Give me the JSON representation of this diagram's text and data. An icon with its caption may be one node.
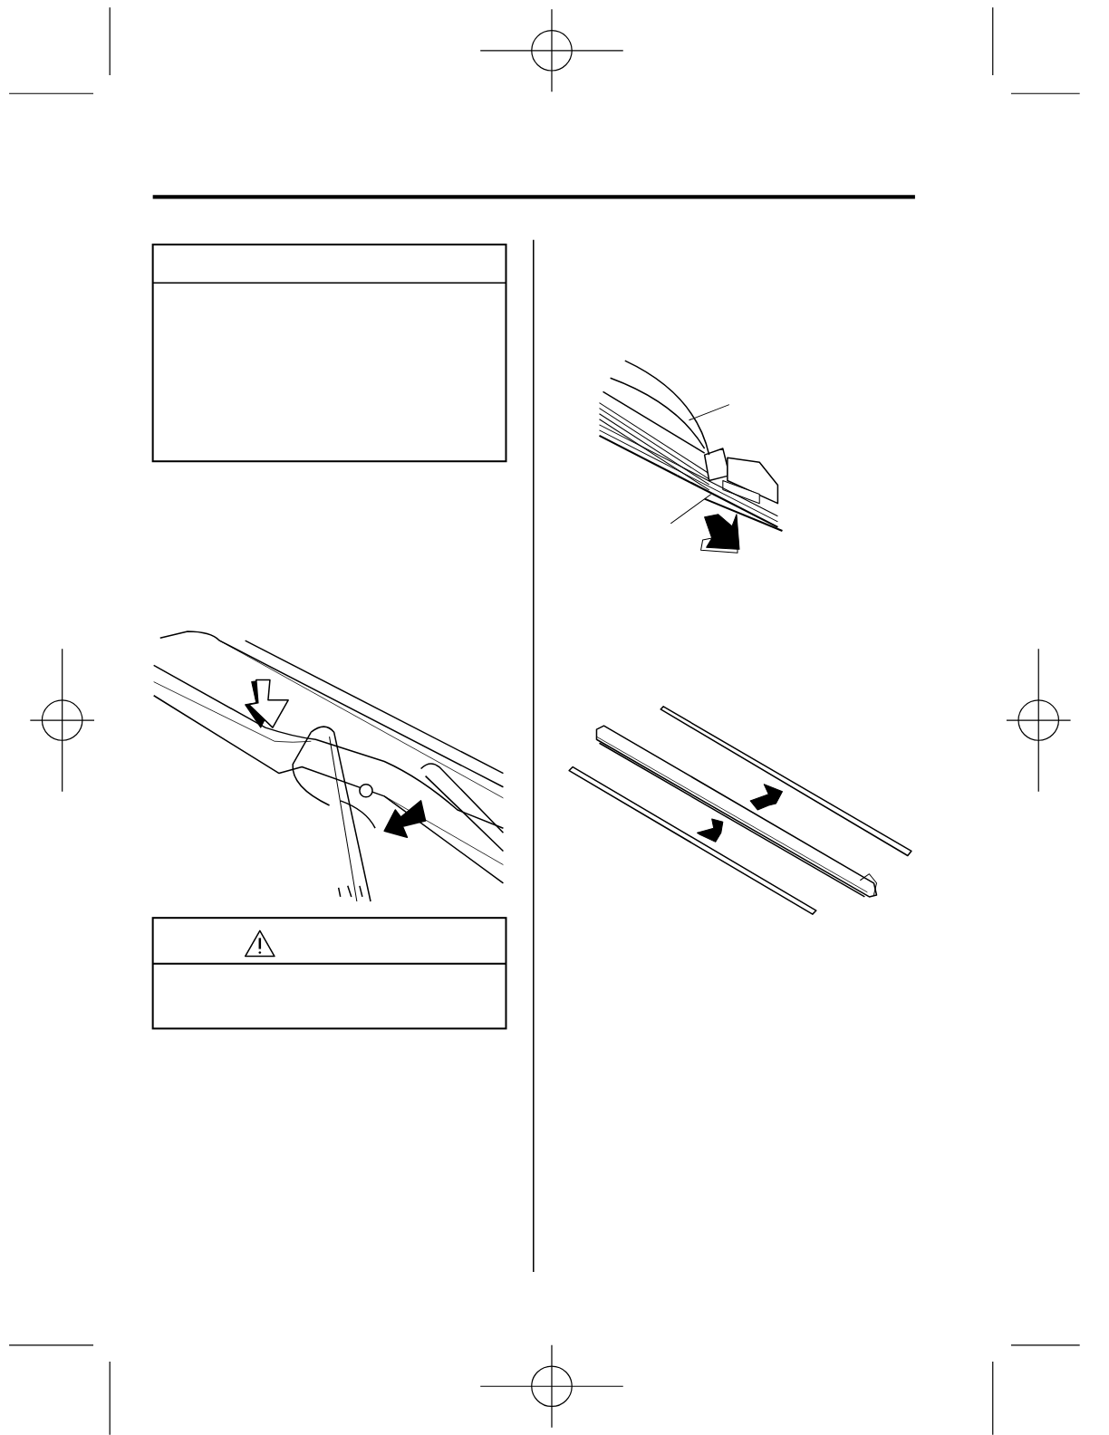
{
  "diagram": {
    "nodes": [
      {
        "text": [],
        "shape": "picture"
      },
      {
        "text": [],
        "shape": "picture"
      }
    ],
    "edges": [
      {
        "from": null,
        "to": 0,
        "arrow": "none"
      },
      {
        "from": null,
        "to": 1,
        "arrow": "none"
      }
    ]
  }
}
